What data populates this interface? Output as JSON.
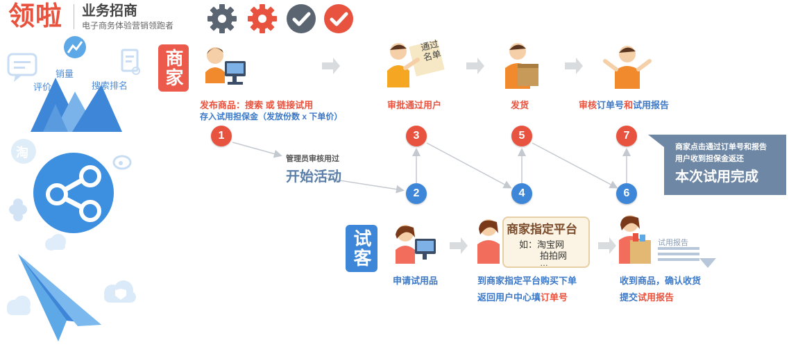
{
  "header": {
    "logo": "领啦",
    "title": "业务招商",
    "subtitle": "电子商务体验营销领跑者",
    "icons": [
      "gear-gray-icon",
      "gear-red-icon",
      "check-gray-icon",
      "check-red-icon"
    ]
  },
  "colors": {
    "red": "#e8533f",
    "blue": "#3d86d8",
    "gray_box": "#6e87a4"
  },
  "sidebar": {
    "rating": "评价",
    "sales": "销量",
    "search_rank": "搜索排名",
    "taobao_glyph": "淘"
  },
  "roles": {
    "merchant": "商家",
    "tester": "试客"
  },
  "merchant_steps": {
    "publish_a": "发布商品：搜索 或 链接试用",
    "publish_b": "存入试用担保金（发放份数 x 下单价）",
    "approve": "审批通过用户",
    "ship": "发货",
    "review_prefix": "审核",
    "review_order": "订单号",
    "review_and": "和",
    "review_report": "试用报告"
  },
  "steps": [
    "1",
    "2",
    "3",
    "4",
    "5",
    "6",
    "7"
  ],
  "admin": {
    "line1": "管理员审核用过",
    "line2": "开始活动"
  },
  "approve_sign": "通过名单",
  "result": {
    "line1": "商家点击通过订单号和报告",
    "line2": "用户收到担保金返还",
    "line3": "本次试用完成"
  },
  "tester_steps": {
    "apply": "申请试用品",
    "buy_a": "到商家指定平台购买下单",
    "buy_b_prefix": "返回用户中心填",
    "buy_b_red": "订单号",
    "receive_a": "收到商品，确认收货",
    "receive_b_prefix": "提交",
    "receive_b_red": "试用报告"
  },
  "platform_card": {
    "title": "商家指定平台",
    "line1": "如：淘宝网",
    "line2": "拍拍网",
    "line3": "…"
  },
  "report_label": "试用报告"
}
